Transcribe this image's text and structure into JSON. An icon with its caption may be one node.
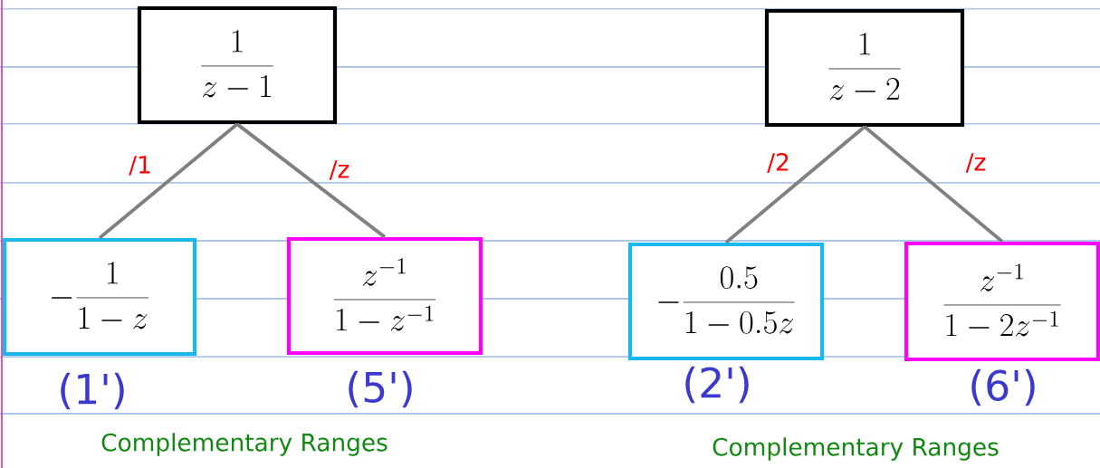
{
  "diagram": {
    "nodes": [
      {
        "text": [
          "\\frac{1}{z-1}"
        ]
      },
      {
        "text": [
          "-\\frac{1}{1-z}"
        ],
        "beside": [
          "(1')"
        ]
      },
      {
        "text": [
          "\\frac{z^{-1}}{1-z^{-1}}"
        ],
        "beside": [
          "(5')"
        ]
      },
      {
        "text": [
          "\\frac{1}{z-2}"
        ]
      },
      {
        "text": [
          "-\\frac{0.5}{1-0.5z}"
        ],
        "beside": [
          "(2')"
        ]
      },
      {
        "text": [
          "\\frac{z^{-1}}{1-2z^{-1}}"
        ],
        "beside": [
          "(6')"
        ]
      }
    ],
    "edges": [
      {
        "from": 0,
        "to": 1,
        "arrow": "none",
        "label": "/1"
      },
      {
        "from": 0,
        "to": 2,
        "arrow": "none",
        "label": "/z"
      },
      {
        "from": 3,
        "to": 4,
        "arrow": "none",
        "label": "/2"
      },
      {
        "from": 3,
        "to": 5,
        "arrow": "none",
        "label": "/z"
      }
    ],
    "labels": [
      "Complementary Ranges",
      "Complementary Ranges"
    ]
  }
}
